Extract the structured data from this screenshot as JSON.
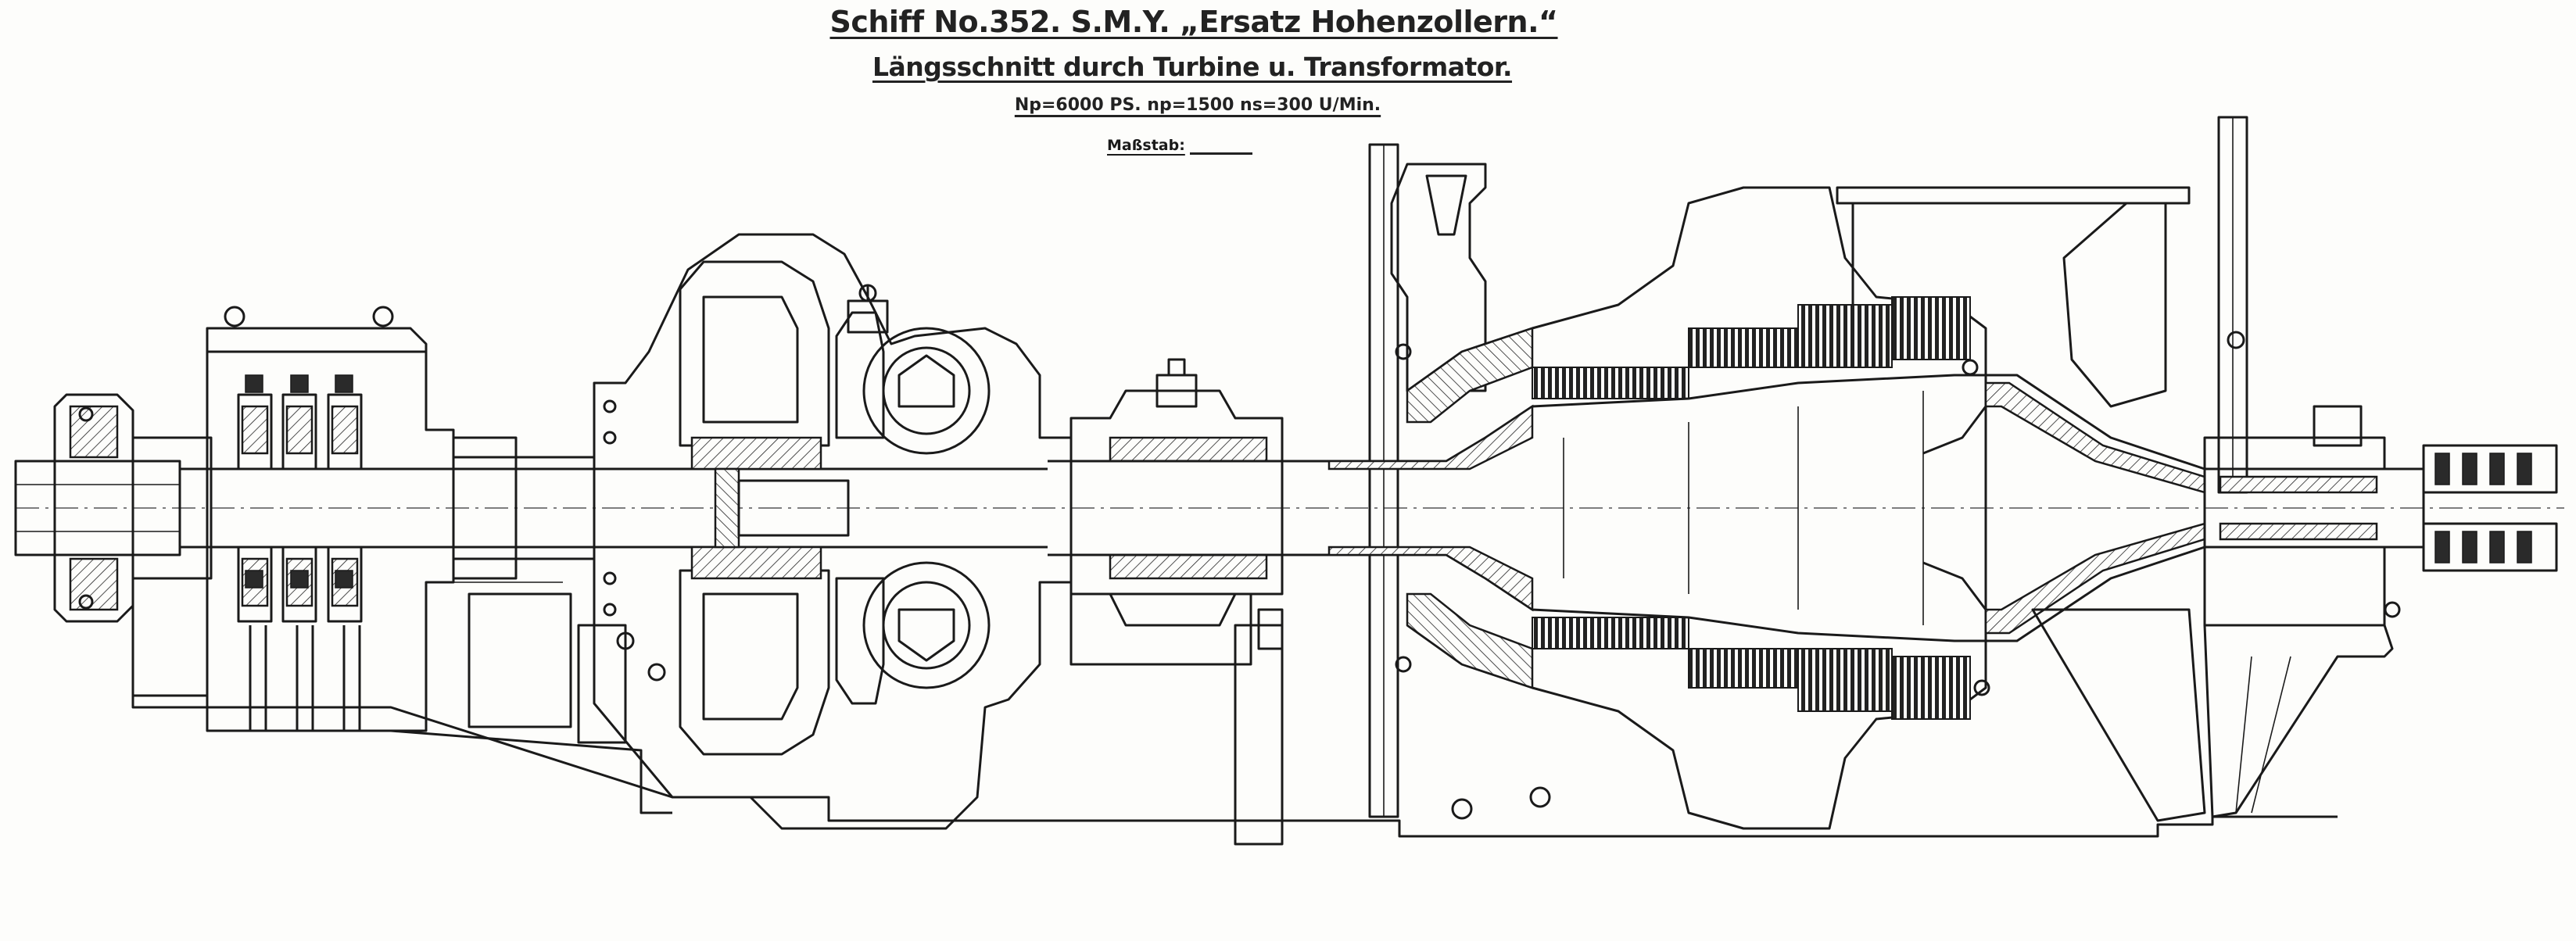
{
  "drawing": {
    "title_line1": "Schiff No.352. S.M.Y. „Ersatz Hohenzollern.“",
    "title_line2": "Längsschnitt durch Turbine u. Transformator.",
    "title_line3": "Np=6000 PS. np=1500 ns=300 U/Min.",
    "scale_label": "Maßstab:"
  },
  "colors": {
    "paper": "#fdfdfb",
    "ink": "#1a1a1a"
  }
}
